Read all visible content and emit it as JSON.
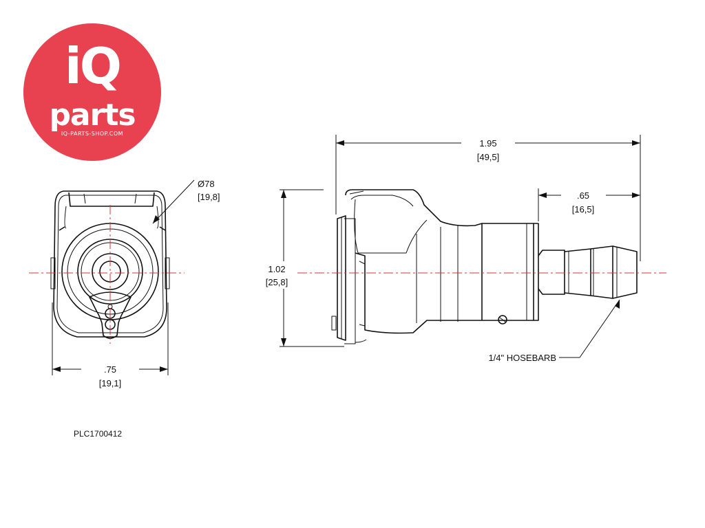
{
  "brand": {
    "logo_line1": "iQ",
    "logo_line2": "parts",
    "logo_url": "IQ-PARTS-SHOP.COM",
    "color": "#e8414f"
  },
  "dimensions": {
    "diameter": {
      "value": "Ø78",
      "metric": "[19,8]"
    },
    "width": {
      "value": ".75",
      "metric": "[19,1]"
    },
    "height": {
      "value": "1.02",
      "metric": "[25,8]"
    },
    "overall_length": {
      "value": "1.95",
      "metric": "[49,5]"
    },
    "barb_length": {
      "value": ".65",
      "metric": "[16,5]"
    }
  },
  "callout": "1/4\" HOSEBARB",
  "part_number": "PLC1700412",
  "colors": {
    "centerline": "#e03030",
    "line": "#111111",
    "brand": "#e8414f"
  }
}
